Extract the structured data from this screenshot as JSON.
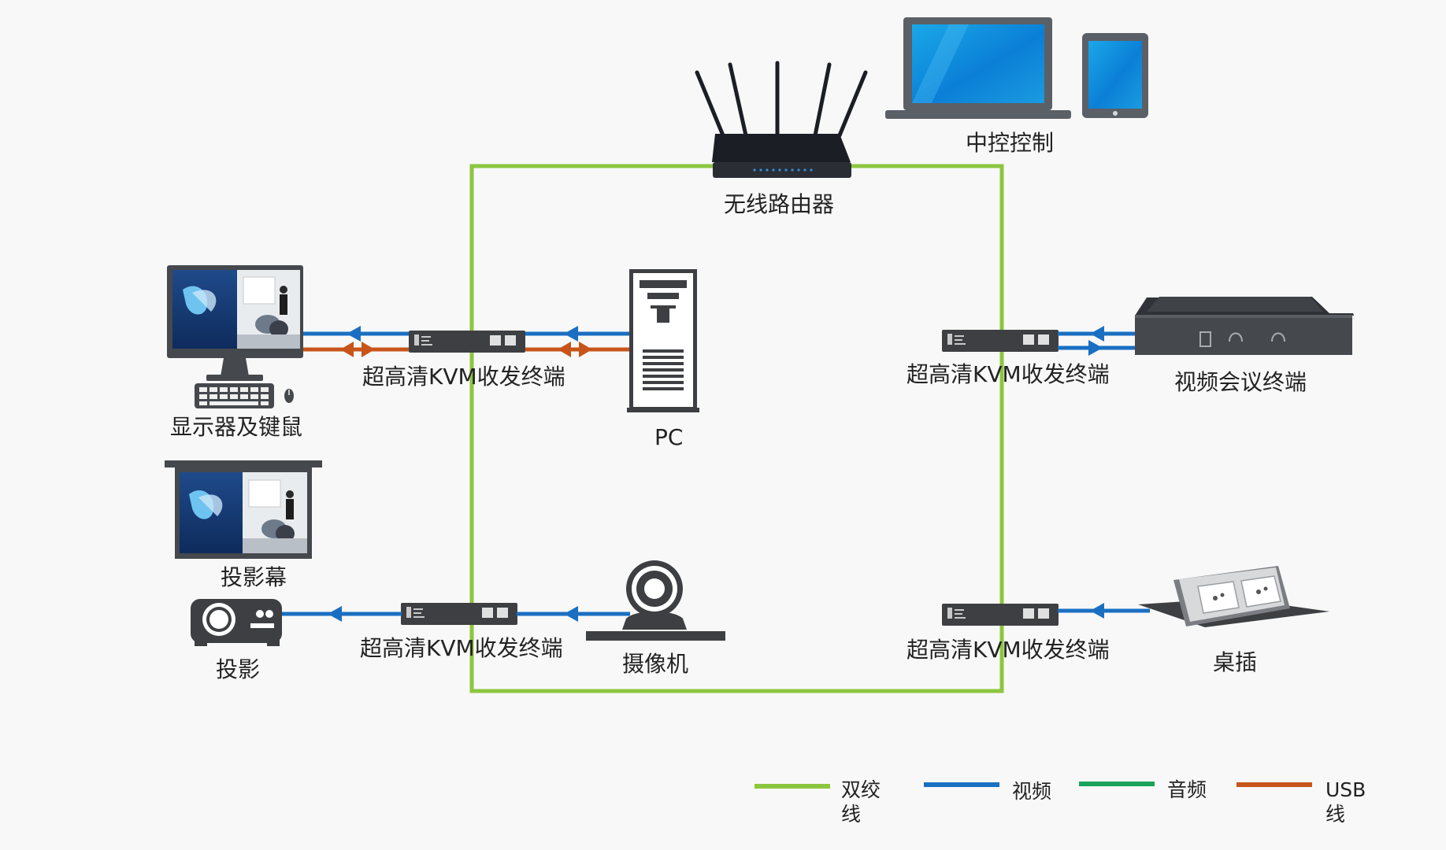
{
  "labels": {
    "router": "无线路由器",
    "central_control": "中控控制",
    "monitor_kbm": "显示器及键鼠",
    "pc": "PC",
    "kvm_top_left": "超高清KVM收发终端",
    "kvm_top_right": "超高清KVM收发终端",
    "video_conference": "视频会议终端",
    "screen": "投影幕",
    "projector": "投影",
    "kvm_bottom_left": "超高清KVM收发终端",
    "camera": "摄像机",
    "kvm_bottom_right": "超高清KVM收发终端",
    "desk_socket": "桌插"
  },
  "legend": [
    {
      "label": "双绞线",
      "color": "#8cc63f"
    },
    {
      "label": "视频",
      "color": "#1a6fc2"
    },
    {
      "label": "音频",
      "color": "#1aa35a"
    },
    {
      "label": "USB线",
      "color": "#c8541a"
    }
  ],
  "colors": {
    "twisted_pair": "#8cc63f",
    "video": "#1a6fc2",
    "usb": "#c8541a",
    "device_dark": "#3d3f42"
  }
}
